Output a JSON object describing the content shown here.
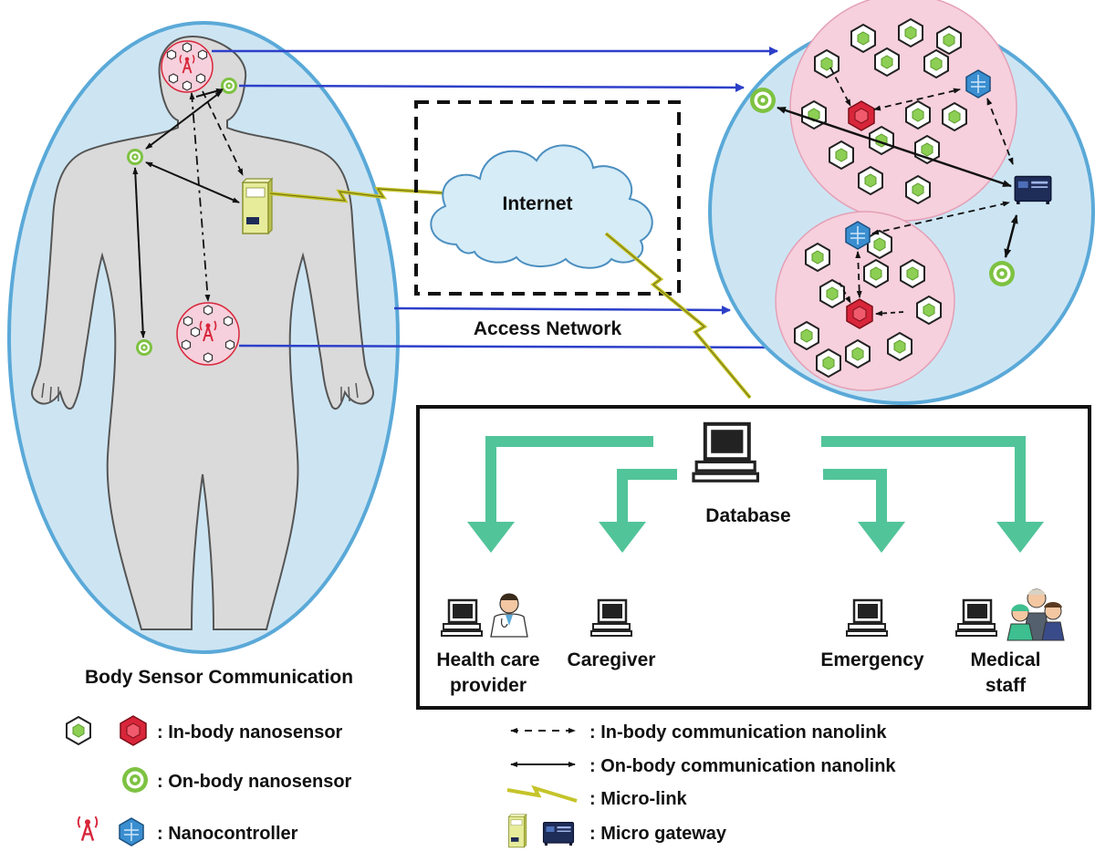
{
  "labels": {
    "internet": "Internet",
    "access_network": "Access Network",
    "database": "Database",
    "body_title": "Body Sensor Communication"
  },
  "recipients": [
    {
      "line1": "Health care",
      "line2": "provider"
    },
    {
      "line1": "Caregiver",
      "line2": ""
    },
    {
      "line1": "Emergency",
      "line2": ""
    },
    {
      "line1": "Medical",
      "line2": "staff"
    }
  ],
  "legend_left": [
    {
      "text": ": In-body nanosensor",
      "icon": "in-body-nanosensor-icon"
    },
    {
      "text": ": On-body nanosensor",
      "icon": "on-body-nanosensor-icon"
    },
    {
      "text": ": Nanocontroller",
      "icon": "nanocontroller-icon"
    }
  ],
  "legend_right": [
    {
      "text": ": In-body communication nanolink",
      "icon": "dashed-double-arrow-icon"
    },
    {
      "text": ": On-body communication nanolink",
      "icon": "solid-double-arrow-icon"
    },
    {
      "text": ": Micro-link",
      "icon": "lightning-link-icon"
    },
    {
      "text": ": Micro gateway",
      "icon": "micro-gateway-icon"
    }
  ],
  "colors": {
    "body_fill": "#dadada",
    "ellipse_fill": "#cde5f3",
    "ellipse_stroke": "#5aa9d8",
    "pink_zone": "#f6d0dc",
    "arrow_blue": "#2d3fc9",
    "green_arrow": "#52c49a",
    "sensor_green": "#7ec242",
    "red_sensor": "#d8253a",
    "blue_controller": "#3a8ed0",
    "lightning": "#c5c42a"
  }
}
